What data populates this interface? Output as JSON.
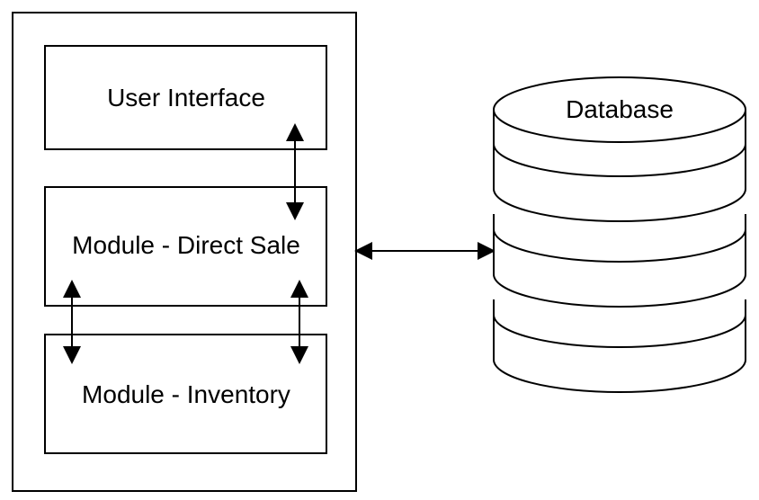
{
  "app": {
    "boxes": {
      "user_interface": "User Interface",
      "direct_sale": "Module - Direct Sale",
      "inventory": "Module - Inventory"
    },
    "database": {
      "label": "Database"
    }
  },
  "colors": {
    "stroke": "#000000",
    "background": "#ffffff"
  }
}
